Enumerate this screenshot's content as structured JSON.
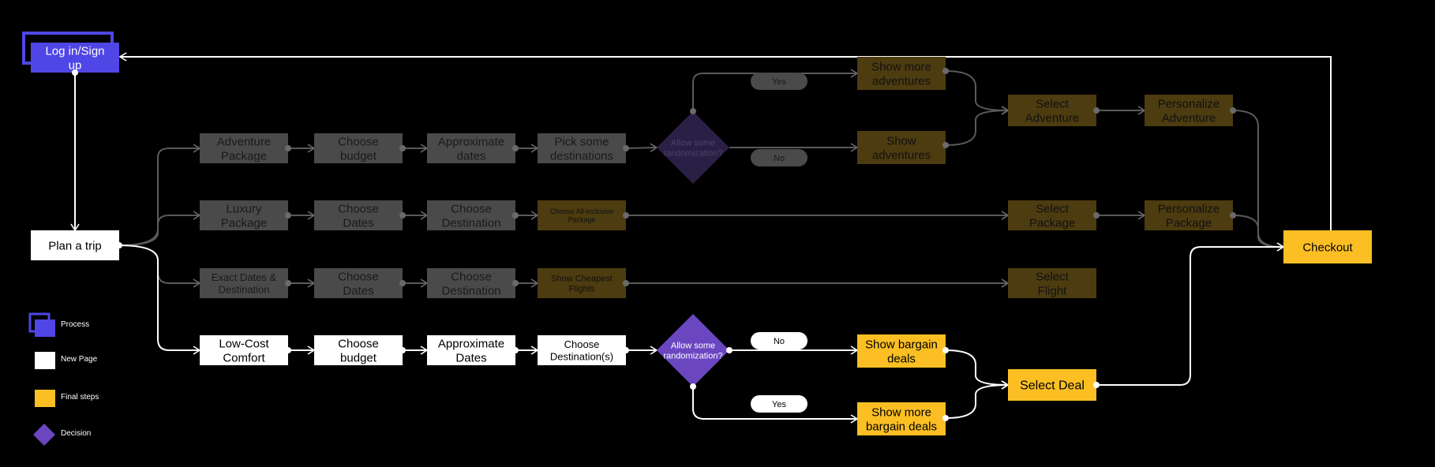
{
  "nodes": [
    {
      "id": "login",
      "kind": "process",
      "state": "active",
      "lines": [
        "Log in/Sign",
        "up"
      ]
    },
    {
      "id": "plan",
      "kind": "page",
      "state": "active",
      "lines": [
        "Plan a trip"
      ]
    },
    {
      "id": "adv1",
      "kind": "page",
      "state": "dim",
      "lines": [
        "Adventure",
        "Package"
      ]
    },
    {
      "id": "adv2",
      "kind": "page",
      "state": "dim",
      "lines": [
        "Choose",
        "budget"
      ]
    },
    {
      "id": "adv3",
      "kind": "page",
      "state": "dim",
      "lines": [
        "Approximate",
        "dates"
      ]
    },
    {
      "id": "adv4",
      "kind": "page",
      "state": "dim",
      "lines": [
        "Pick some",
        "destinations"
      ]
    },
    {
      "id": "advd",
      "kind": "decision",
      "state": "dim",
      "lines": [
        "Allow some",
        "randomization?"
      ]
    },
    {
      "id": "adv5a",
      "kind": "final",
      "state": "dim",
      "lines": [
        "Show more",
        "adventures"
      ]
    },
    {
      "id": "adv5b",
      "kind": "final",
      "state": "dim",
      "lines": [
        "Show",
        "adventures"
      ]
    },
    {
      "id": "adv6",
      "kind": "final",
      "state": "dim",
      "lines": [
        "Select",
        "Adventure"
      ]
    },
    {
      "id": "adv7",
      "kind": "final",
      "state": "dim",
      "lines": [
        "Personalize",
        "Adventure"
      ]
    },
    {
      "id": "lux1",
      "kind": "page",
      "state": "dim",
      "lines": [
        "Luxury",
        "Package"
      ]
    },
    {
      "id": "lux2",
      "kind": "page",
      "state": "dim",
      "lines": [
        "Choose",
        "Dates"
      ]
    },
    {
      "id": "lux3",
      "kind": "page",
      "state": "dim",
      "lines": [
        "Choose",
        "Destination"
      ]
    },
    {
      "id": "lux4",
      "kind": "final",
      "state": "dim",
      "lines": [
        "Choose All-inclusive",
        "Package"
      ]
    },
    {
      "id": "lux5",
      "kind": "final",
      "state": "dim",
      "lines": [
        "Select",
        "Package"
      ]
    },
    {
      "id": "lux6",
      "kind": "final",
      "state": "dim",
      "lines": [
        "Personalize",
        "Package"
      ]
    },
    {
      "id": "ex1",
      "kind": "page",
      "state": "dim",
      "lines": [
        "Exact Dates &",
        "Destination"
      ]
    },
    {
      "id": "ex2",
      "kind": "page",
      "state": "dim",
      "lines": [
        "Choose",
        "Dates"
      ]
    },
    {
      "id": "ex3",
      "kind": "page",
      "state": "dim",
      "lines": [
        "Choose",
        "Destination"
      ]
    },
    {
      "id": "ex4",
      "kind": "final",
      "state": "dim",
      "lines": [
        "Show Cheapest",
        "Flights"
      ]
    },
    {
      "id": "ex5",
      "kind": "final",
      "state": "dim",
      "lines": [
        "Select",
        "Flight"
      ]
    },
    {
      "id": "lc1",
      "kind": "page",
      "state": "active",
      "lines": [
        "Low-Cost",
        "Comfort"
      ]
    },
    {
      "id": "lc2",
      "kind": "page",
      "state": "active",
      "lines": [
        "Choose",
        "budget"
      ]
    },
    {
      "id": "lc3",
      "kind": "page",
      "state": "active",
      "lines": [
        "Approximate",
        "Dates"
      ]
    },
    {
      "id": "lc4",
      "kind": "page",
      "state": "active",
      "lines": [
        "Choose",
        "Destination(s)"
      ]
    },
    {
      "id": "lcd",
      "kind": "decision",
      "state": "active",
      "lines": [
        "Allow some",
        "randomization?"
      ]
    },
    {
      "id": "lc5a",
      "kind": "final",
      "state": "active",
      "lines": [
        "Show bargain",
        "deals"
      ]
    },
    {
      "id": "lc5b",
      "kind": "final",
      "state": "active",
      "lines": [
        "Show more",
        "bargain deals"
      ]
    },
    {
      "id": "lc6",
      "kind": "final",
      "state": "active",
      "lines": [
        "Select Deal"
      ]
    },
    {
      "id": "checkout",
      "kind": "final",
      "state": "active",
      "lines": [
        "Checkout"
      ]
    }
  ],
  "branch_labels": [
    {
      "id": "adv-yes",
      "state": "dim",
      "text": "Yes"
    },
    {
      "id": "adv-no",
      "state": "dim",
      "text": "No"
    },
    {
      "id": "lc-no",
      "state": "active",
      "text": "No"
    },
    {
      "id": "lc-yes",
      "state": "active",
      "text": "Yes"
    }
  ],
  "legend": [
    {
      "kind": "process",
      "text": "Process"
    },
    {
      "kind": "page",
      "text": "New Page"
    },
    {
      "kind": "final",
      "text": "Final steps"
    },
    {
      "kind": "decision",
      "text": "Decision"
    }
  ],
  "colors": {
    "background": "#000000",
    "process": "#4f46e5",
    "page": "#ffffff",
    "final": "#fbbf24",
    "decision": "#6b46c1",
    "dim_page": "#4a4a4a",
    "dim_final": "#4d3c10",
    "dim_decision": "#2a1f45",
    "dim_line": "#5a5a5a",
    "line": "#ffffff"
  }
}
